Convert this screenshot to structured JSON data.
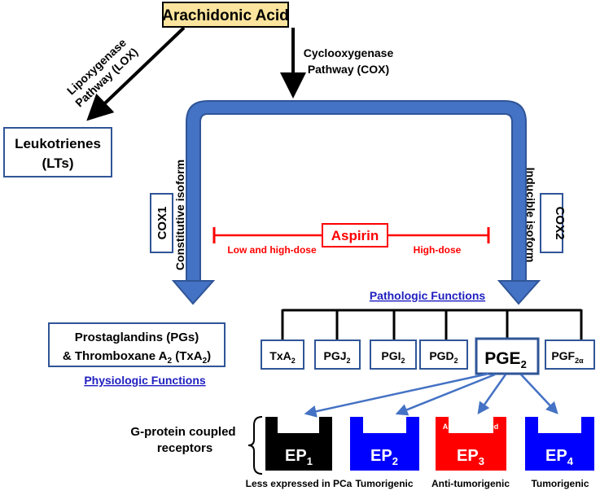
{
  "source": {
    "label": "Arachidonic Acid"
  },
  "pathways": {
    "lox": {
      "line1": "Lipoxygenase",
      "line2": "Pathway (LOX)"
    },
    "cox": {
      "line1": "Cyclooxygenase",
      "line2": "Pathway (COX)"
    }
  },
  "leukotrienes": {
    "line1": "Leukotrienes",
    "line2": "(LTs)"
  },
  "isoforms": {
    "cox1": {
      "box": "COX1",
      "desc": "Constitutive isoform"
    },
    "cox2": {
      "box": "COX2",
      "desc": "Inducible isoform"
    }
  },
  "aspirin": {
    "label": "Aspirin",
    "left_dose": "Low and high-dose",
    "right_dose": "High-dose"
  },
  "prostaglandins": {
    "line1": "Prostaglandins (PGs)",
    "line2_pre": "& Thromboxane A",
    "line2_sub": "2",
    "line2_post": " (TxA",
    "line2_sub2": "2",
    "line2_end": ")"
  },
  "functions": {
    "physiologic": "Physiologic Functions",
    "pathologic": "Pathologic Functions"
  },
  "products": [
    {
      "base": "TxA",
      "sub": "2"
    },
    {
      "base": "PGJ",
      "sub": "2"
    },
    {
      "base": "PGI",
      "sub": "2"
    },
    {
      "base": "PGD",
      "sub": "2"
    },
    {
      "base": "PGE",
      "sub": "2"
    },
    {
      "base": "PGF",
      "sub": "2α"
    }
  ],
  "receptors": {
    "group_line1": "G-protein coupled",
    "group_line2": "receptors",
    "items": [
      {
        "base": "EP",
        "sub": "1",
        "color": "#000000",
        "note": "",
        "caption": "Less expressed in PCa"
      },
      {
        "base": "EP",
        "sub": "2",
        "color": "#0000ff",
        "note": "",
        "caption": "Tumorigenic"
      },
      {
        "base": "EP",
        "sub": "3",
        "color": "#ff0000",
        "note": "Aspirin-induced",
        "caption": "Anti-tumorigenic"
      },
      {
        "base": "EP",
        "sub": "4",
        "color": "#0000ff",
        "note": "",
        "caption": "Tumorigenic"
      }
    ]
  },
  "colors": {
    "source_fill": "#fbe49d",
    "pipe_fill": "#4472c4",
    "box_border": "#2f5597",
    "inhibit": "#ff0000",
    "link_text": "#2020c0",
    "arrow_blue": "#4472c4"
  }
}
